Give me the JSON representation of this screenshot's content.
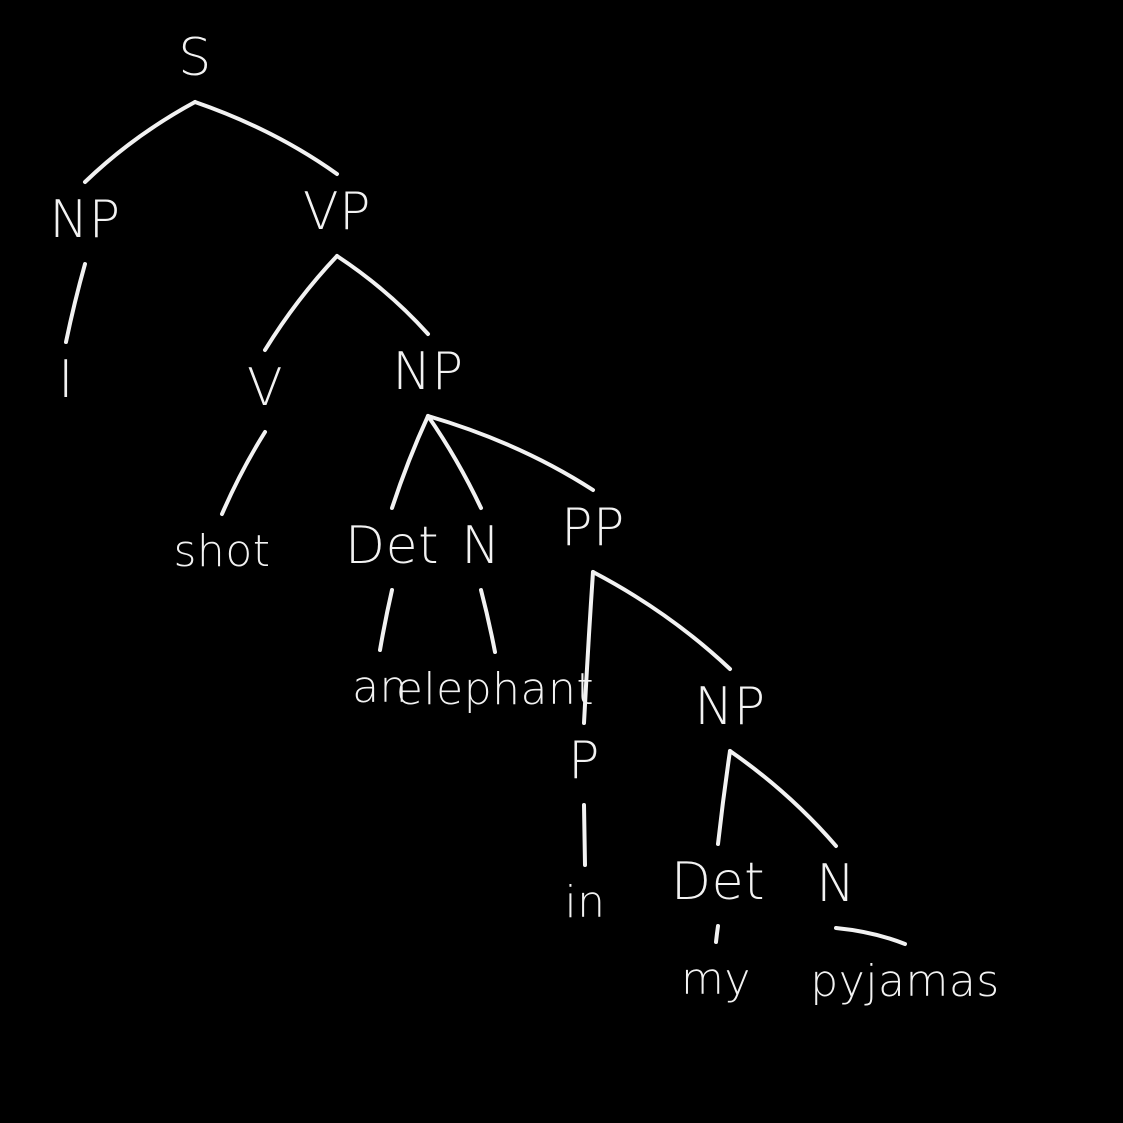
{
  "colors": {
    "background": "#000000",
    "ink": "#f2f2f2"
  },
  "tree": {
    "nodes": {
      "s": "S",
      "np_subject": "NP",
      "vp": "VP",
      "pronoun_i": "I",
      "v": "V",
      "np_object": "NP",
      "word_shot": "shot",
      "det_an": "Det",
      "n_elephant": "N",
      "pp": "PP",
      "word_an": "an",
      "word_elephant": "elephant",
      "p": "P",
      "np_pp": "NP",
      "word_in": "in",
      "det_my": "Det",
      "n_pyjamas": "N",
      "word_my": "my",
      "word_pyjamas": "pyjamas"
    },
    "edges": [
      [
        "s",
        "np_subject"
      ],
      [
        "s",
        "vp"
      ],
      [
        "np_subject",
        "pronoun_i"
      ],
      [
        "vp",
        "v"
      ],
      [
        "vp",
        "np_object"
      ],
      [
        "v",
        "word_shot"
      ],
      [
        "np_object",
        "det_an"
      ],
      [
        "np_object",
        "n_elephant"
      ],
      [
        "np_object",
        "pp"
      ],
      [
        "det_an",
        "word_an"
      ],
      [
        "n_elephant",
        "word_elephant"
      ],
      [
        "pp",
        "p"
      ],
      [
        "pp",
        "np_pp"
      ],
      [
        "p",
        "word_in"
      ],
      [
        "np_pp",
        "det_my"
      ],
      [
        "np_pp",
        "n_pyjamas"
      ],
      [
        "det_my",
        "word_my"
      ],
      [
        "n_pyjamas",
        "word_pyjamas"
      ]
    ]
  }
}
